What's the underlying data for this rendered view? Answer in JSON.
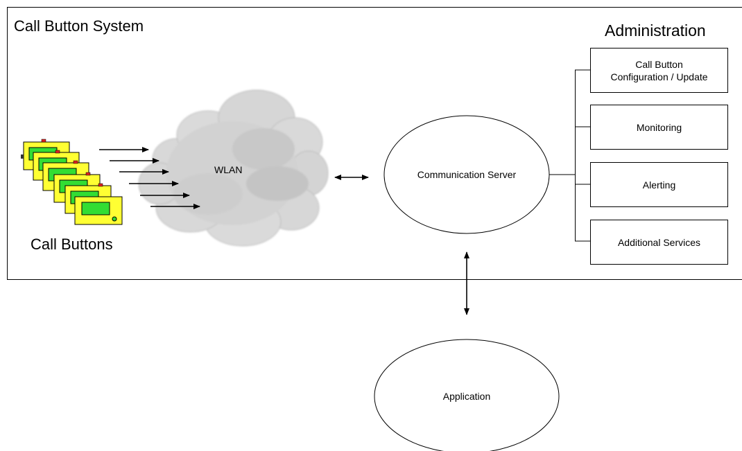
{
  "system": {
    "title": "Call Button System",
    "call_buttons_label": "Call Buttons",
    "network_label": "WLAN",
    "server_label": "Communication Server"
  },
  "administration": {
    "title": "Administration",
    "items": [
      {
        "label_line1": "Call Button",
        "label_line2": "Configuration / Update"
      },
      {
        "label_line1": "Monitoring",
        "label_line2": ""
      },
      {
        "label_line1": "Alerting",
        "label_line2": ""
      },
      {
        "label_line1": "Additional Services",
        "label_line2": ""
      }
    ]
  },
  "application": {
    "label": "Application"
  },
  "colors": {
    "call_button_body": "#ffff33",
    "call_button_screen": "#33dd33",
    "call_button_led": "#dd2222",
    "cloud_fill": "#d4d4d4"
  }
}
